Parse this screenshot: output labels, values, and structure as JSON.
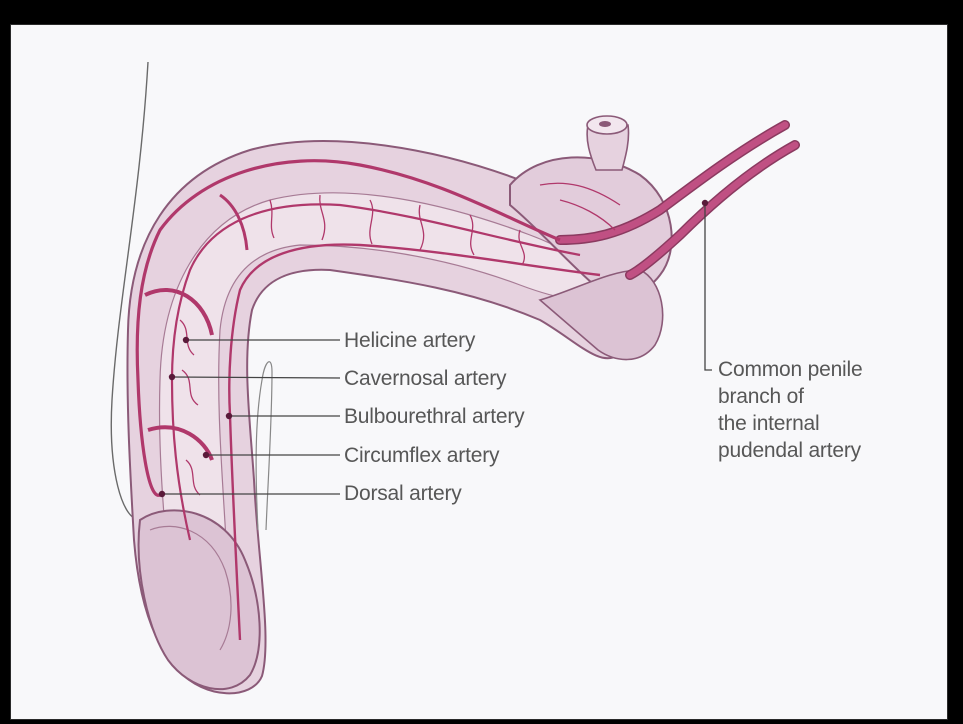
{
  "diagram": {
    "labels": {
      "helicine": "Helicine artery",
      "cavernosal": "Cavernosal artery",
      "bulbourethral": "Bulbourethral artery",
      "circumflex": "Circumflex artery",
      "dorsal": "Dorsal artery"
    },
    "common_penile": {
      "line1": "Common penile",
      "line2": "branch of",
      "line3": "the internal",
      "line4": "pudendal artery"
    }
  },
  "colors": {
    "slide_border": "#000000",
    "background": "#f8f8fa",
    "organ_fill": "#e6d2df",
    "organ_outline": "#8b5a78",
    "artery": "#b0386b",
    "leader_line": "#444444",
    "label_text": "#575757"
  }
}
